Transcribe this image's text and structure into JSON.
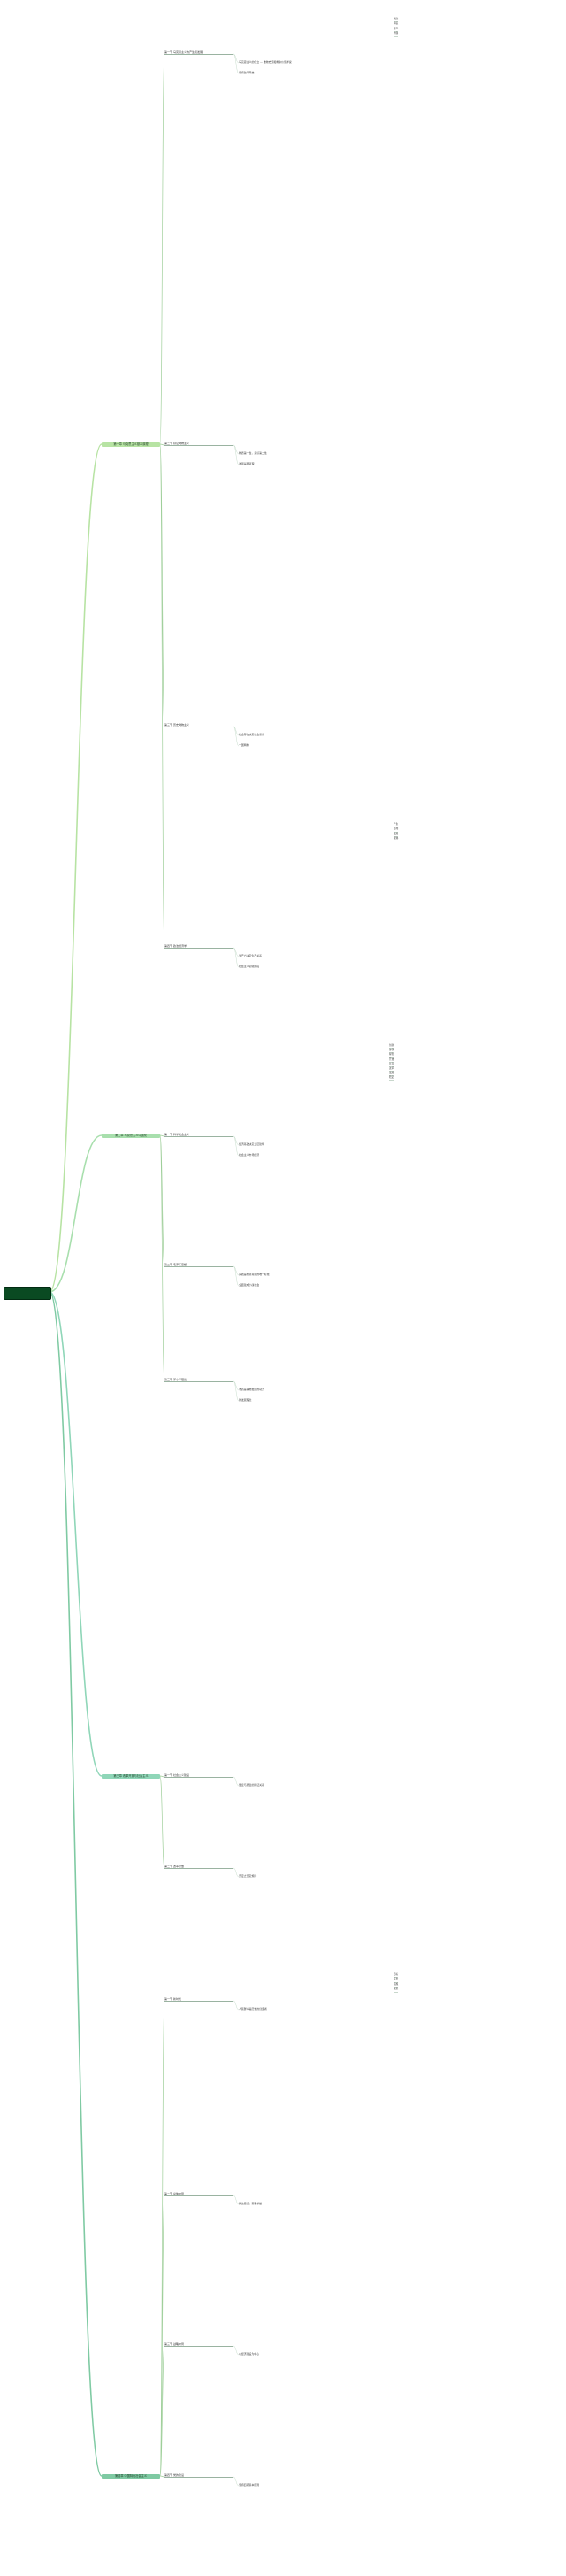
{
  "root": {
    "title": ""
  },
  "chapters": [
    {
      "label": "第一章 马克思主义基本原理",
      "color": "#b7e3a3"
    },
    {
      "label": "第二章 马克思主义中国化",
      "color": "#a8dfad"
    },
    {
      "label": "第三章 改革开放与社会主义",
      "color": "#8fd6b8"
    },
    {
      "label": "第四章 中国特色社会主义",
      "color": "#7fcaa3"
    }
  ],
  "sections": [
    {
      "label": "第一节 马克思主义的产生和发展"
    },
    {
      "label": "第二节 辩证唯物主义"
    },
    {
      "label": "第三节 历史唯物主义"
    },
    {
      "label": "第四节 政治经济学"
    },
    {
      "label": "第一节 科学社会主义"
    },
    {
      "label": "第二节 毛泽东思想"
    },
    {
      "label": "第三节 邓小平理论"
    },
    {
      "label": "第一节 社会主义建设"
    },
    {
      "label": "第二节 改革开放"
    },
    {
      "label": "第一节 新时代"
    },
    {
      "label": "第二节 总体布局"
    },
    {
      "label": "第三节 战略布局"
    },
    {
      "label": "第四节 党的建设"
    }
  ],
  "tips": [
    {
      "text": "马克思主义的创立 — 唯物史观和剩余价值学说"
    },
    {
      "text": "物质第一性，意识第二性"
    },
    {
      "text": "社会存在决定社会意识"
    },
    {
      "text": "生产力决定生产关系"
    },
    {
      "text": "经济基础决定上层建筑"
    },
    {
      "text": "实践是检验真理的唯一标准"
    },
    {
      "text": "矛盾是事物发展的动力"
    },
    {
      "text": "量变与质变的辩证关系"
    },
    {
      "text": "否定之否定规律"
    },
    {
      "text": "人民群众是历史的创造者"
    },
    {
      "text": "解放思想，实事求是"
    },
    {
      "text": "以经济建设为中心"
    },
    {
      "text": "坚持四项基本原则"
    },
    {
      "text": "坚持改革开放"
    },
    {
      "text": "发展是硬道理"
    },
    {
      "text": "一国两制"
    },
    {
      "text": "社会主义初级阶段"
    },
    {
      "text": "社会主义市场经济"
    },
    {
      "text": "全面建成小康社会"
    },
    {
      "text": "新发展理念"
    }
  ],
  "right_lists": [
    {
      "items": [
        "概念",
        "特征",
        "意义",
        "内容"
      ]
    },
    {
      "items": [
        "产生",
        "形成",
        "发展",
        "成熟"
      ]
    },
    {
      "items": [
        "目标",
        "任务",
        "措施",
        "成果"
      ]
    }
  ],
  "note_list": {
    "items": [
      "创新",
      "协调",
      "绿色",
      "开放",
      "共享",
      "改革",
      "发展",
      "稳定"
    ]
  }
}
